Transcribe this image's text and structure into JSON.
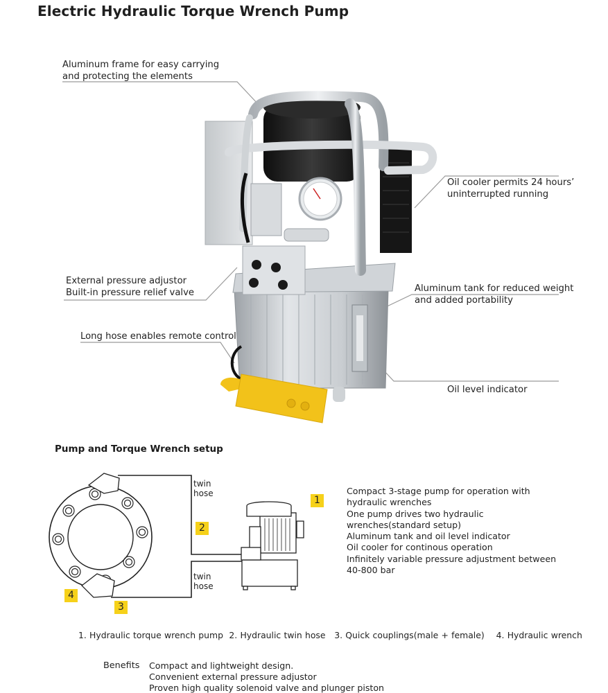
{
  "title": "Electric Hydraulic Torque Wrench Pump",
  "callouts": {
    "frame": [
      "Aluminum frame for easy carrying",
      "and protecting the elements"
    ],
    "cooler": [
      "Oil cooler permits 24 hours’",
      "uninterrupted running"
    ],
    "adjustor": [
      "External pressure adjustor",
      "Built-in pressure relief valve"
    ],
    "tank": [
      "Aluminum tank for reduced weight",
      "and added portability"
    ],
    "hose": "Long hose enables remote control",
    "level": "Oil level indicator"
  },
  "setup": {
    "heading": "Pump and Torque Wrench setup",
    "twin_hose_top": [
      "twin",
      "hose"
    ],
    "twin_hose_bottom": [
      "twin",
      "hose"
    ],
    "badges": [
      "1",
      "2",
      "3",
      "4"
    ],
    "features": [
      "Compact 3-stage pump for operation with hydraulic wrenches",
      "One pump drives two hydraulic wrenches(standard setup)",
      "Aluminum tank and oil level indicator",
      "Oil cooler for continous operation",
      "Infinitely variable pressure adjustment between 40-800 bar"
    ],
    "legend": "1. Hydraulic torque wrench pump  2. Hydraulic twin hose   3. Quick couplings(male + female)    4. Hydraulic wrench"
  },
  "benefits": {
    "label": "Benefits",
    "items": [
      "Compact and lightweight design.",
      "Convenient external pressure adjustor",
      "Proven high quality solenoid valve and  plunger piston"
    ]
  },
  "colors": {
    "badge": "#f6d11a",
    "remote": "#f2c21a",
    "frame": "#c8ccd0",
    "motor": "#1c1c1c",
    "leader": "#9a9a9a"
  }
}
